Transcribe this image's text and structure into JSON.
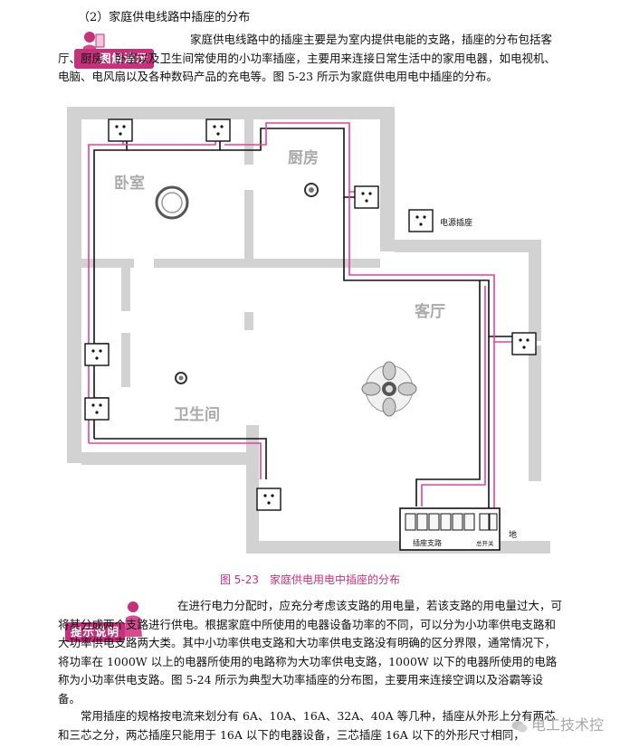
{
  "section_heading": "（2）家庭供电线路中插座的分布",
  "badge_demo": "图解演示",
  "intro_paragraph": "家庭供电线路中的插座主要是为室内提供电能的支路，插座的分布包括客厅、厨房、卧室以及卫生间常使用的小功率插座，主要用来连接日常生活中的家用电器，如电视机、电脑、电风扇以及各种数码产品的充电等。图 5-23 所示为家庭供电用电中插座的分布。",
  "figure": {
    "rooms": {
      "bedroom": "卧室",
      "kitchen": "厨房",
      "living": "客厅",
      "bathroom": "卫生间"
    },
    "legend_outlet": "电源插座",
    "panel_branch_label": "插座支路",
    "panel_main_label": "总开关",
    "ground_label": "地"
  },
  "caption_number": "图 5-23",
  "caption_title": "家庭供电用电中插座的分布",
  "badge_tip": "提示说明",
  "tip_paragraph": "在进行电力分配时，应充分考虑该支路的用电量，若该支路的用电量过大，可将其分成两个支路进行供电。根据家庭中所使用的电器设备功率的不同，可以分为小功率供电支路和大功率供电支路两大类。其中小功率供电支路和大功率供电支路没有明确的区分界限，通常情况下，将功率在 1000W 以上的电器所使用的电路称为大功率供电支路，1000W 以下的电器所使用的电路称为小功率供电支路。图 5-24 所示为典型大功率插座的分布图，主要用来连接空调以及浴霸等设备。",
  "spec_paragraph": "常用插座的规格按电流来划分有 6A、10A、16A、32A、40A 等几种，插座从外形上分有两芯和三芯之分，两芯插座只能用于 16A 以下的电器设备，三芯插座 16A 以下的外形尺寸相同，",
  "watermark": "电工技术控",
  "colors": {
    "accent": "#c5317a",
    "wall": "#d2d2d2",
    "wire_black": "#111111",
    "wire_pink": "#e8409a"
  }
}
